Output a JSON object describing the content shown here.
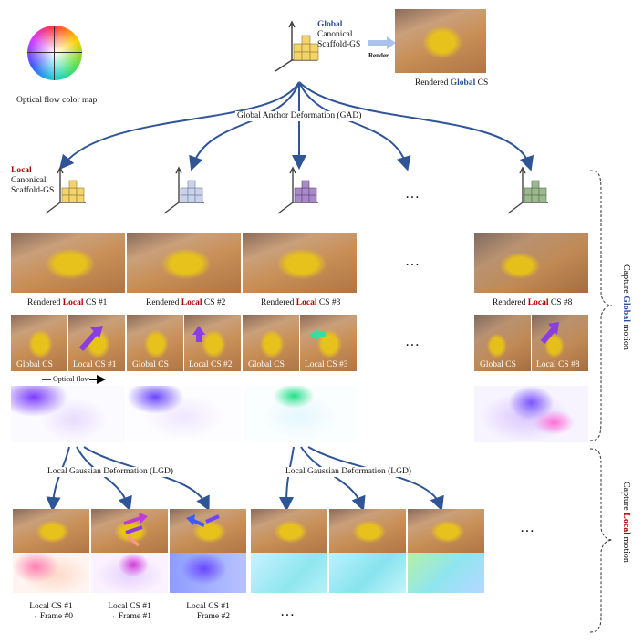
{
  "colormap": {
    "caption": "Optical flow color map"
  },
  "global_scaffold": {
    "title": "Global",
    "line1": "Canonical",
    "line2": "Scaffold-GS",
    "render_label": "Render",
    "rendered_caption_pre": "Rendered ",
    "rendered_caption_hl": "Global",
    "rendered_caption_post": " CS"
  },
  "gad_label": "Global Anchor Deformation (GAD)",
  "local_scaffold": {
    "title": "Local",
    "line1": "Canonical",
    "line2": "Scaffold-GS"
  },
  "ellipsis": "…",
  "rendered_local": [
    {
      "pre": "Rendered ",
      "hl": "Local",
      "post": " CS #1"
    },
    {
      "pre": "Rendered ",
      "hl": "Local",
      "post": " CS #2"
    },
    {
      "pre": "Rendered ",
      "hl": "Local",
      "post": " CS #3"
    },
    {
      "pre": "Rendered ",
      "hl": "Local",
      "post": " CS #8"
    }
  ],
  "pair_labels": [
    {
      "global": "Global CS",
      "local": "Local CS #1"
    },
    {
      "global": "Global CS",
      "local": "Local CS #2"
    },
    {
      "global": "Global CS",
      "local": "Local CS #3"
    },
    {
      "global": "Global CS",
      "local": "Local CS #8"
    }
  ],
  "optical_flow_label": "Optical flow",
  "lgd_label": "Local Gaussian Deformation (LGD)",
  "frame_captions": [
    {
      "l1": "Local CS #1",
      "l2": "→ Frame #0"
    },
    {
      "l1": "Local CS #1",
      "l2": "→ Frame #1"
    },
    {
      "l1": "Local CS #1",
      "l2": "→ Frame #2"
    }
  ],
  "side_global": {
    "pre": "Capture ",
    "hl": "Global",
    "post": " motion"
  },
  "side_local": {
    "pre": "Capture ",
    "hl": "Local",
    "post": " motion"
  },
  "colors": {
    "global_blue": "#2b4f9a",
    "local_red": "#b00000",
    "arrow_blue": "#2f5597"
  },
  "cube_colors": [
    "#f3d36a",
    "#c9d3ea",
    "#a889c9",
    "#9cb98e"
  ]
}
